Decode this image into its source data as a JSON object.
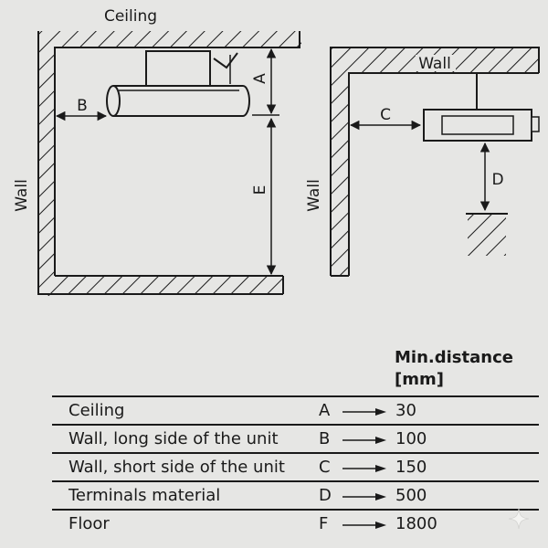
{
  "diagram": {
    "left": {
      "ceiling_label": "Ceiling",
      "wall_label": "Wall",
      "dim_a": "A",
      "dim_b": "B",
      "dim_e": "E"
    },
    "right": {
      "wall_top_label": "Wall",
      "wall_side_label": "Wall",
      "dim_c": "C",
      "dim_d": "D"
    }
  },
  "table": {
    "header_line1": "Min.distance",
    "header_line2": "[mm]",
    "rows": [
      {
        "description": "Ceiling",
        "code": "A",
        "value": "30"
      },
      {
        "description": "Wall, long side of the unit",
        "code": "B",
        "value": "100"
      },
      {
        "description": "Wall, short side of the unit",
        "code": "C",
        "value": "150"
      },
      {
        "description": "Terminals material",
        "code": "D",
        "value": "500"
      },
      {
        "description": "Floor",
        "code": "F",
        "value": "1800"
      }
    ]
  },
  "colors": {
    "background": "#e6e6e4",
    "ink": "#1a1a1a"
  }
}
